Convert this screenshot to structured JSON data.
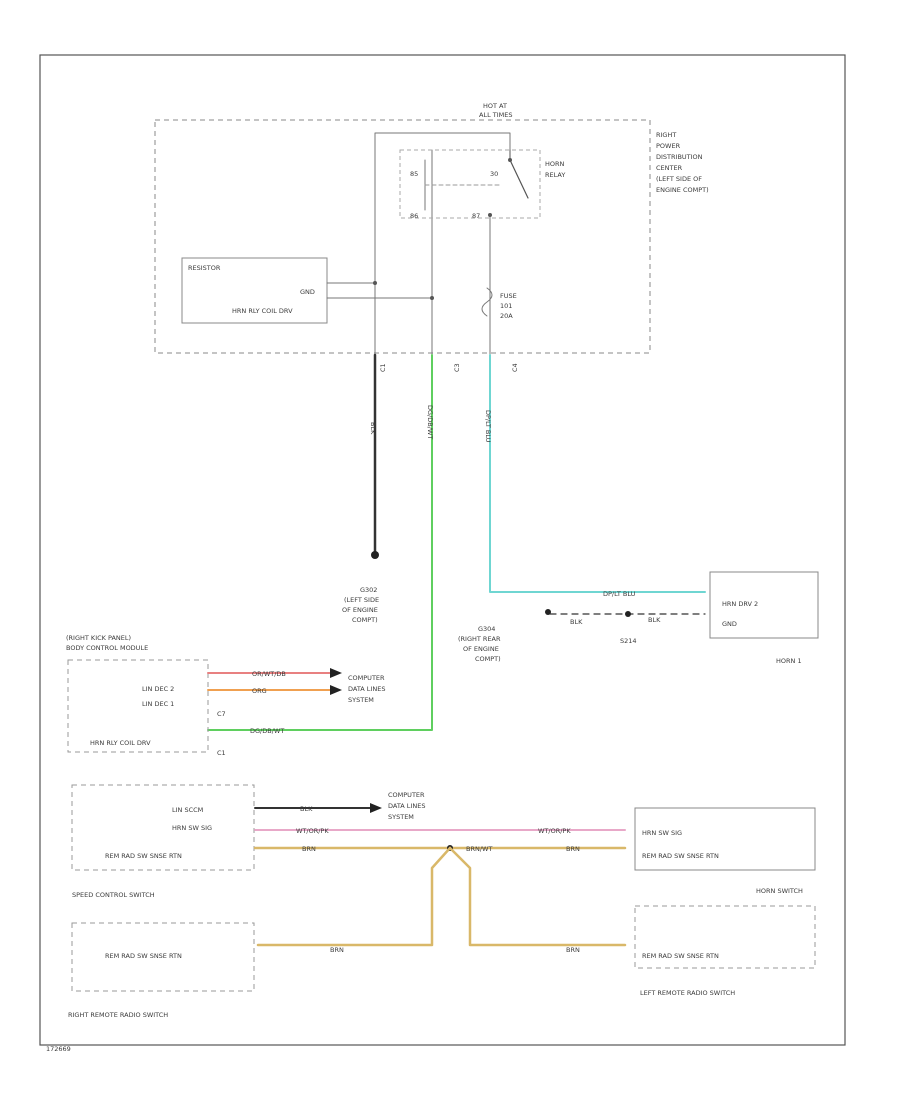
{
  "diagram_id": "172669",
  "power_source": [
    "HOT AT",
    "ALL TIMES"
  ],
  "pdc": {
    "label": [
      "RIGHT",
      "POWER",
      "DISTRIBUTION",
      "CENTER",
      "(LEFT SIDE OF",
      "ENGINE COMPT)"
    ],
    "resistor_label": "RESISTOR",
    "pin_gnd": "GND",
    "pin_hrn_rly_coil_drv": "HRN RLY COIL DRV",
    "relay_label": [
      "HORN",
      "RELAY"
    ],
    "relay_pins": [
      "85",
      "86",
      "30",
      "87"
    ],
    "fuse_label": [
      "FUSE",
      "101",
      "20A"
    ],
    "connectors": [
      "C1",
      "C3",
      "C4"
    ]
  },
  "wires": {
    "ground_wire": "BLK",
    "green_wire": "DG/DB/WT",
    "cyan_wire": "DP/LT BLU",
    "cyan_wire_horn": "DP/LT BLU",
    "horn_gnd_wire_1": "BLK",
    "horn_gnd_wire_2": "BLK",
    "lin_red_wire": "OR/WT/DB",
    "lin_orange_wire": "ORG",
    "bcm_green_wire": "DG/DB/WT",
    "spd_lin_wire": "BLK",
    "spd_horn_wire_left": "WT/OR/PK",
    "spd_horn_wire_right": "WT/OR/PK",
    "spd_rtn_wire_left": "BRN",
    "spd_rtn_wire_mid": "BRN/WT",
    "spd_rtn_wire_right": "BRN",
    "rr_radio_wire": "BRN",
    "lr_radio_wire": "BRN"
  },
  "grounds": {
    "g302": [
      "G302",
      "(LEFT SIDE",
      "OF ENGINE",
      "COMPT)"
    ],
    "g304": [
      "G304",
      "(RIGHT REAR",
      "OF ENGINE",
      "COMPT)"
    ],
    "splice": "S214"
  },
  "horn": {
    "title": "HORN 1",
    "pin_drv": "HRN DRV 2",
    "pin_gnd": "GND"
  },
  "bcm": {
    "title": [
      "(RIGHT KICK PANEL)",
      "BODY CONTROL MODULE"
    ],
    "pins": [
      "LIN DEC 2",
      "LIN DEC 1",
      "HRN RLY COIL DRV"
    ],
    "connectors": [
      "C7",
      "C1"
    ],
    "data_dest": [
      "COMPUTER",
      "DATA LINES",
      "SYSTEM"
    ]
  },
  "speed_control_switch": {
    "title": "SPEED CONTROL SWITCH",
    "pins": [
      "LIN SCCM",
      "HRN SW SIG",
      "REM RAD SW SNSE RTN"
    ],
    "data_dest": [
      "COMPUTER",
      "DATA LINES",
      "SYSTEM"
    ]
  },
  "horn_switch": {
    "title": "HORN SWITCH",
    "pins": [
      "HRN SW SIG",
      "REM RAD SW SNSE RTN"
    ]
  },
  "right_remote_radio_switch": {
    "title": "RIGHT REMOTE RADIO SWITCH",
    "pin": "REM RAD SW SNSE RTN"
  },
  "left_remote_radio_switch": {
    "title": "LEFT REMOTE RADIO SWITCH",
    "pin": "REM RAD SW SNSE RTN"
  },
  "colors": {
    "frame": "#555555",
    "line": "#777777",
    "green_wire": "#5fcf5f",
    "cyan_wire": "#6fd6d2",
    "red_wire": "#e88080",
    "orange_wire": "#f0a050",
    "pink_wire": "#e8a8c8",
    "tan_wire": "#d9b869",
    "black_wire": "#333333"
  }
}
